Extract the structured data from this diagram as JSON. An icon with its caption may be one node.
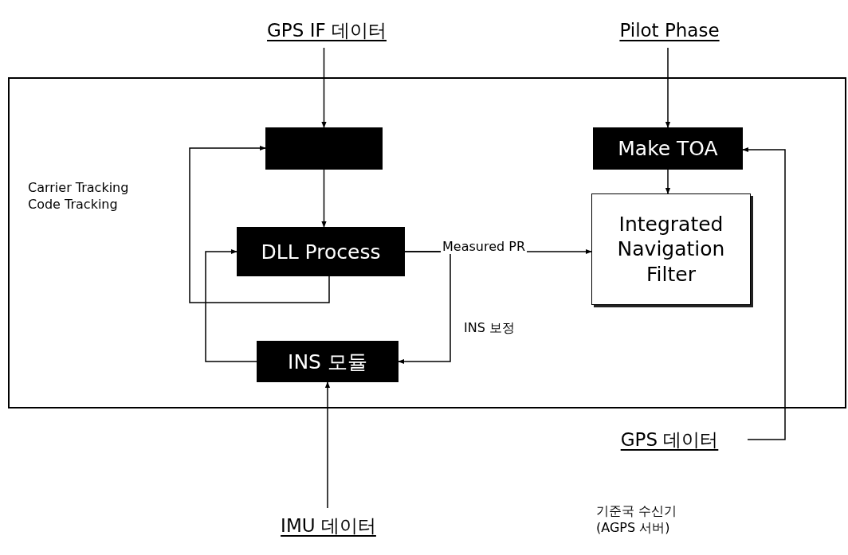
{
  "diagram": {
    "nodes": [
      {
        "text": [],
        "shape": "box"
      },
      {
        "text": [
          "GPS IF 데이터"
        ]
      },
      {
        "text": [
          "Pilot Phase"
        ]
      },
      {
        "text": [],
        "shape": "box",
        "in": 0
      },
      {
        "text": [
          "Make TOA"
        ],
        "in": 0
      },
      {
        "text": [
          "DLL Process"
        ],
        "in": 0
      },
      {
        "text": [
          "Integrated Navigation Filter"
        ],
        "in": 0
      },
      {
        "text": [
          "INS 모듈"
        ],
        "in": 0
      },
      {
        "text": [
          "GPS 데이터"
        ]
      },
      {
        "text": [
          "IMU 데이터"
        ]
      }
    ],
    "edges": [
      {
        "from": 1,
        "to": 3,
        "arrow": "to"
      },
      {
        "from": 3,
        "to": 5,
        "arrow": "to"
      },
      {
        "from": 5,
        "to": 3,
        "arrow": "to"
      },
      {
        "from": 7,
        "to": 5,
        "arrow": "to"
      },
      {
        "from": 5,
        "to": 6,
        "arrow": "to",
        "label": "Measured PR"
      },
      {
        "from": 5,
        "to": 7,
        "arrow": "to",
        "label": "INS 보정"
      },
      {
        "from": 2,
        "to": 4,
        "arrow": "to"
      },
      {
        "from": 4,
        "to": 6,
        "arrow": "to"
      },
      {
        "from": 8,
        "to": 4,
        "arrow": "to"
      },
      {
        "from": 9,
        "to": 7,
        "arrow": "to"
      }
    ],
    "labels": [
      "Carrier Tracking Code Tracking",
      "기준국 수신기 (AGPS 서버)"
    ]
  }
}
